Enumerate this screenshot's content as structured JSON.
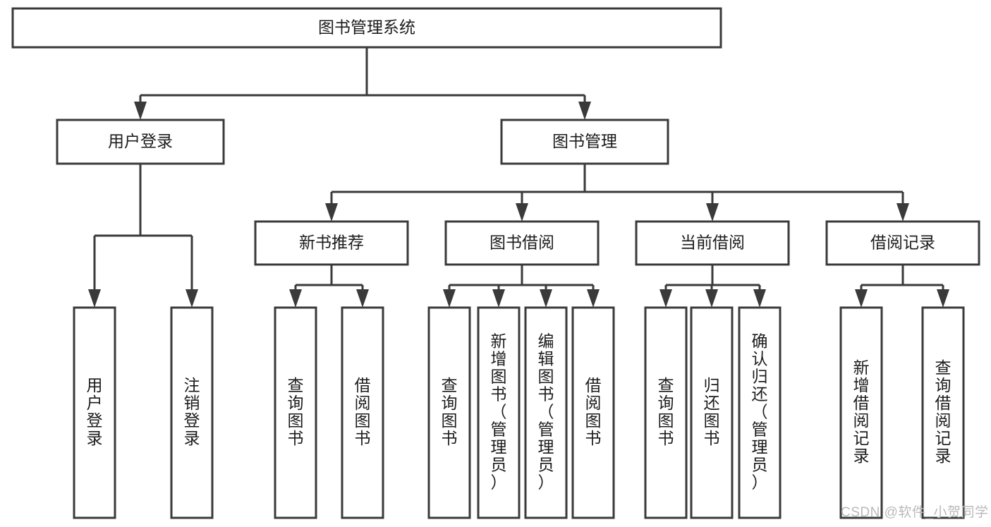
{
  "diagram": {
    "type": "hierarchy-tree",
    "title": "图书管理系统",
    "orientation": "top-down",
    "levels": 4,
    "colors": {
      "box_stroke": "#3a3a3a",
      "box_fill": "#ffffff",
      "text": "#1c1c1c",
      "connector": "#3a3a3a",
      "background": "#ffffff",
      "watermark": "#b9b9b9"
    },
    "root": {
      "label": "图书管理系统",
      "name": "node-root-library-system"
    },
    "level2": [
      {
        "label": "用户登录",
        "name": "node-user-login"
      },
      {
        "label": "图书管理",
        "name": "node-book-management"
      }
    ],
    "level3": [
      {
        "label": "新书推荐",
        "name": "node-new-book-recommendation"
      },
      {
        "label": "图书借阅",
        "name": "node-book-borrowing"
      },
      {
        "label": "当前借阅",
        "name": "node-current-borrowing"
      },
      {
        "label": "借阅记录",
        "name": "node-borrow-records"
      }
    ],
    "leaves": {
      "user_login": [
        {
          "label": "用户登录",
          "name": "leaf-user-login"
        },
        {
          "label": "注销登录",
          "name": "leaf-logout"
        }
      ],
      "new_book_recommendation": [
        {
          "label": "查询图书",
          "name": "leaf-query-books-recommendation"
        },
        {
          "label": "借阅图书",
          "name": "leaf-borrow-books-recommendation"
        }
      ],
      "book_borrowing": [
        {
          "label": "查询图书",
          "name": "leaf-query-books-borrowing"
        },
        {
          "label": "新增图书（管理员）",
          "name": "leaf-add-book-admin"
        },
        {
          "label": "编辑图书（管理员）",
          "name": "leaf-edit-book-admin"
        },
        {
          "label": "借阅图书",
          "name": "leaf-borrow-books"
        }
      ],
      "current_borrowing": [
        {
          "label": "查询图书",
          "name": "leaf-query-books-current"
        },
        {
          "label": "归还图书",
          "name": "leaf-return-books"
        },
        {
          "label": "确认归还（管理员）",
          "name": "leaf-confirm-return-admin"
        }
      ],
      "borrow_records": [
        {
          "label": "新增借阅记录",
          "name": "leaf-add-borrow-record"
        },
        {
          "label": "查询借阅记录",
          "name": "leaf-query-borrow-record"
        }
      ]
    }
  },
  "watermark": {
    "text": "CSDN @软件_小贺同学"
  }
}
